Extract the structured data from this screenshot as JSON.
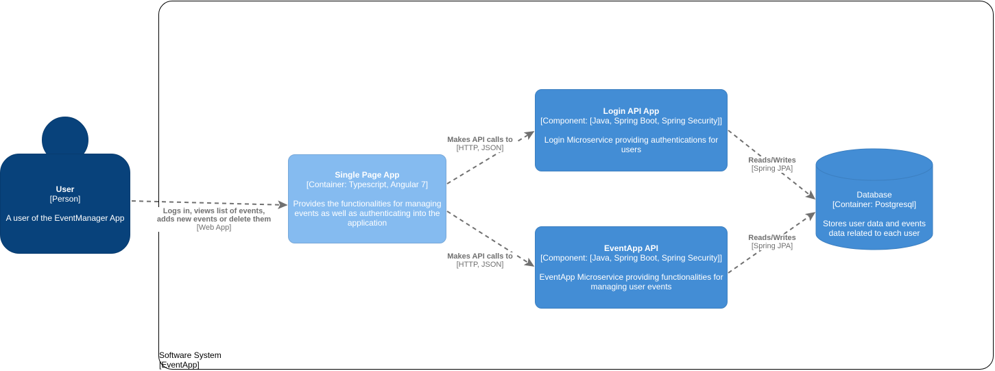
{
  "boundary": {
    "line1": "Software System",
    "line2": "[EventApp]"
  },
  "user": {
    "title": "User",
    "kind": "[Person]",
    "description": "A user of the EventManager App"
  },
  "spa": {
    "title": "Single Page App",
    "tech": "[Container: Typescript, Angular 7]",
    "description": "Provides the functionalities for managing events as well as authenticating into the application"
  },
  "login_api": {
    "title": "Login API App",
    "tech": "[Component: [Java, Spring Boot, Spring Security]]",
    "description": "Login Microservice providing authentications for users"
  },
  "eventapp_api": {
    "title": "EventApp API",
    "tech": "[Component: [Java, Spring Boot, Spring Security]]",
    "description": "EventApp Microservice providing functionalities for managing user events"
  },
  "database": {
    "title": "Database",
    "tech": "[Container: Postgresql]",
    "description": "Stores user data and events data related to each user"
  },
  "edges": {
    "user_spa": {
      "label_line1": "Logs in, views list of events,",
      "label_line2": "adds new events or delete them",
      "tech": "[Web App]"
    },
    "spa_login": {
      "label": "Makes API calls to",
      "tech": "[HTTP, JSON]"
    },
    "spa_event": {
      "label": "Makes API calls to",
      "tech": "[HTTP, JSON]"
    },
    "login_db": {
      "label": "Reads/Writes",
      "tech": "[Spring JPA]"
    },
    "event_db": {
      "label": "Reads/Writes",
      "tech": "[Spring JPA]"
    }
  },
  "colors": {
    "person": "#08427b",
    "spa": "#85bbf0",
    "component": "#438dd5",
    "edge": "#707070"
  }
}
